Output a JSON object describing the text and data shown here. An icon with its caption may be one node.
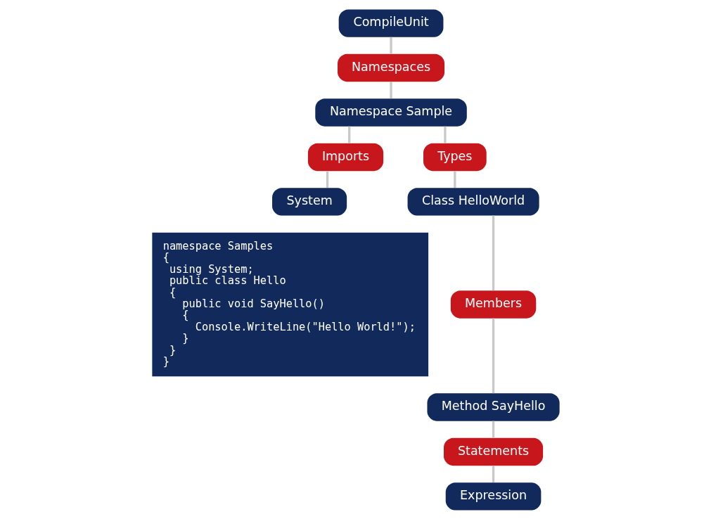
{
  "diagram": {
    "nodes": [
      {
        "text": [
          "CompileUnit"
        ]
      },
      {
        "text": [
          "Namespaces"
        ]
      },
      {
        "text": [
          "Namespace Sample"
        ]
      },
      {
        "text": [
          "Imports"
        ]
      },
      {
        "text": [
          "System"
        ]
      },
      {
        "text": [
          "Types"
        ]
      },
      {
        "text": [
          "Class HelloWorld"
        ]
      },
      {
        "text": [
          "Members"
        ]
      },
      {
        "text": [
          "Method SayHello"
        ]
      },
      {
        "text": [
          "Statements"
        ]
      },
      {
        "text": [
          "Expression"
        ]
      },
      {
        "text": [
          "namespace Samples",
          "{",
          "  using System;",
          "  public class Hello",
          "  {",
          "    public void SayHello()",
          "    {",
          "      Console.WriteLine(\"Hello World!\");",
          "    }",
          "  }",
          "}"
        ]
      }
    ],
    "edges": [
      {
        "from": 0,
        "to": 1,
        "arrow": "none"
      },
      {
        "from": 1,
        "to": 2,
        "arrow": "none"
      },
      {
        "from": 2,
        "to": 3,
        "arrow": "none"
      },
      {
        "from": 2,
        "to": 5,
        "arrow": "none"
      },
      {
        "from": 3,
        "to": 4,
        "arrow": "none"
      },
      {
        "from": 5,
        "to": 6,
        "arrow": "none"
      },
      {
        "from": 6,
        "to": 7,
        "arrow": "none"
      },
      {
        "from": 7,
        "to": 8,
        "arrow": "none"
      },
      {
        "from": 8,
        "to": 9,
        "arrow": "none"
      },
      {
        "from": 9,
        "to": 10,
        "arrow": "none"
      }
    ]
  }
}
